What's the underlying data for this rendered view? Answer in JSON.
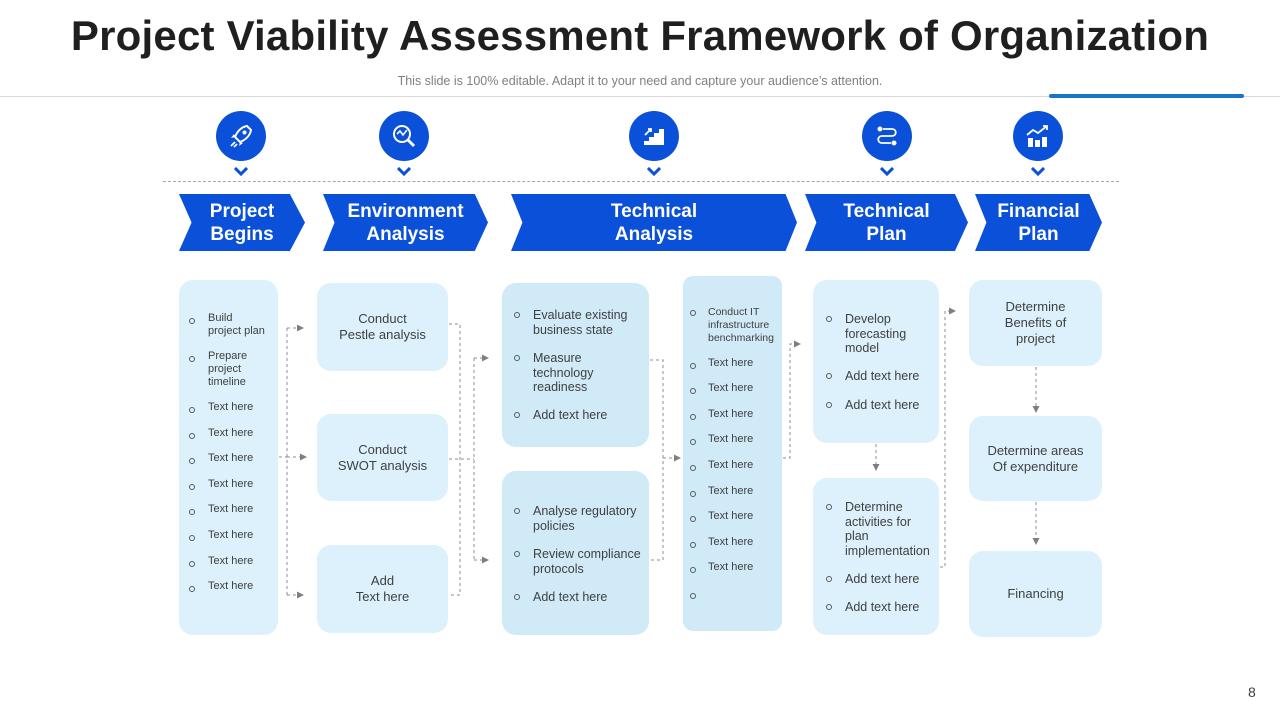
{
  "title": "Project Viability Assessment Framework of Organization",
  "subtitle": "This slide is 100% editable. Adapt it to your need and capture your audience’s attention.",
  "page_number": "8",
  "colors": {
    "primary_blue": "#0a50d8",
    "light_box": "#dcf1fb",
    "accent_line": "#1a73c9"
  },
  "stages": [
    {
      "label": "Project\nBegins",
      "icon": "rocket-icon"
    },
    {
      "label": "Environment\nAnalysis",
      "icon": "analysis-magnifier-icon"
    },
    {
      "label": "Technical\nAnalysis",
      "icon": "growth-stairs-icon"
    },
    {
      "label": "Technical\nPlan",
      "icon": "process-route-icon"
    },
    {
      "label": "Financial\nPlan",
      "icon": "finance-chart-icon"
    }
  ],
  "project_begins": {
    "items": [
      "Build\nproject plan",
      "Prepare\nproject\ntimeline",
      "Text here",
      "Text here",
      "Text here",
      "Text here",
      "Text here",
      "Text here",
      "Text here",
      "Text here"
    ]
  },
  "environment_analysis": {
    "boxes": [
      "Conduct\nPestle analysis",
      "Conduct\nSWOT analysis",
      "Add\nText here"
    ]
  },
  "technical_analysis": {
    "box1": [
      "Evaluate existing\nbusiness state",
      "Measure\ntechnology\nreadiness",
      "Add text here"
    ],
    "box2": [
      "Analyse regulatory\npolicies",
      "Review compliance\nprotocols",
      "Add text here"
    ],
    "box3": [
      "Conduct IT\ninfrastructure\nbenchmarking",
      "Text here",
      "Text here",
      "Text here",
      "Text here",
      "Text here",
      "Text here",
      "Text here",
      "Text here",
      "Text here"
    ]
  },
  "technical_plan": {
    "box1": [
      "Develop\nforecasting\nmodel",
      "Add text here",
      "Add text here"
    ],
    "box2": [
      "Determine\nactivities for\nplan\nimplementation",
      "Add text here",
      "Add text here"
    ]
  },
  "financial_plan": {
    "boxes": [
      "Determine\nBenefits of\nproject",
      "Determine areas\nOf expenditure",
      "Financing"
    ]
  }
}
